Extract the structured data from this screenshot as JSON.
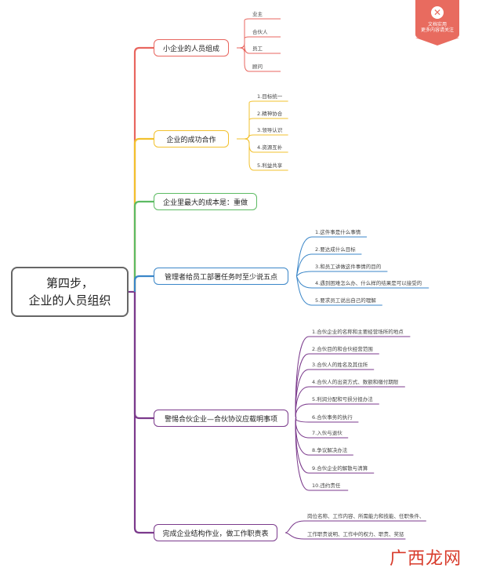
{
  "root": {
    "line1": "第四步，",
    "line2": "企业的人员组织"
  },
  "branches": [
    {
      "label": "小企业的人员组成",
      "leaves": [
        "业主",
        "合伙人",
        "员工",
        "顾问"
      ]
    },
    {
      "label": "企业的成功合作",
      "leaves": [
        "1.目标统一",
        "2.精神协合",
        "3.领导认识",
        "4.资源互补",
        "5.利益共享"
      ]
    },
    {
      "label": "企业里最大的成本是：重做",
      "leaves": []
    },
    {
      "label": "管理者给员工部署任务时至少说五点",
      "leaves": [
        "1.这件事是什么事情",
        "2.要达成什么目标",
        "3.和员工讲做这件事情的目的",
        "4.遇到困难怎么办、什么样的结果是可以接受的",
        "5.要求员工说出自己的理解"
      ]
    },
    {
      "label": "警惕合伙企业—合伙协议应载明事项",
      "leaves": [
        "1.合伙企业的名称和主要经营场所的地点",
        "2.合伙目的和合伙经营范围",
        "3.合伙人的姓名及其住所",
        "4.合伙人的出资方式、数额和缴付期限",
        "5.利润分配和亏损分担办法",
        "6.合伙事务的执行",
        "7.入伙与退伙",
        "8.争议解决办法",
        "9.合伙企业的解散与清算",
        "10.违约责任"
      ]
    },
    {
      "label": "完成企业结构作业，做工作职责表",
      "leaves": [
        "岗位名称、工作内容、所需能力和技能、任职条件、",
        "工作职责说明、工作中的权力、职责、奖惩"
      ]
    }
  ],
  "badge": {
    "icon": "close-icon",
    "text_line1": "文档实用",
    "text_line2": "更多内容请关注"
  },
  "watermark": "广西龙网",
  "colors": {
    "branch_1": "#e8665f",
    "branch_2": "#f2c12e",
    "branch_3": "#5dbb63",
    "branch_4": "#3a86c8",
    "branch_5": "#7b3a8c",
    "branch_6": "#7b3a8c",
    "badge": "#e86b5f",
    "watermark": "#d83b2b"
  }
}
